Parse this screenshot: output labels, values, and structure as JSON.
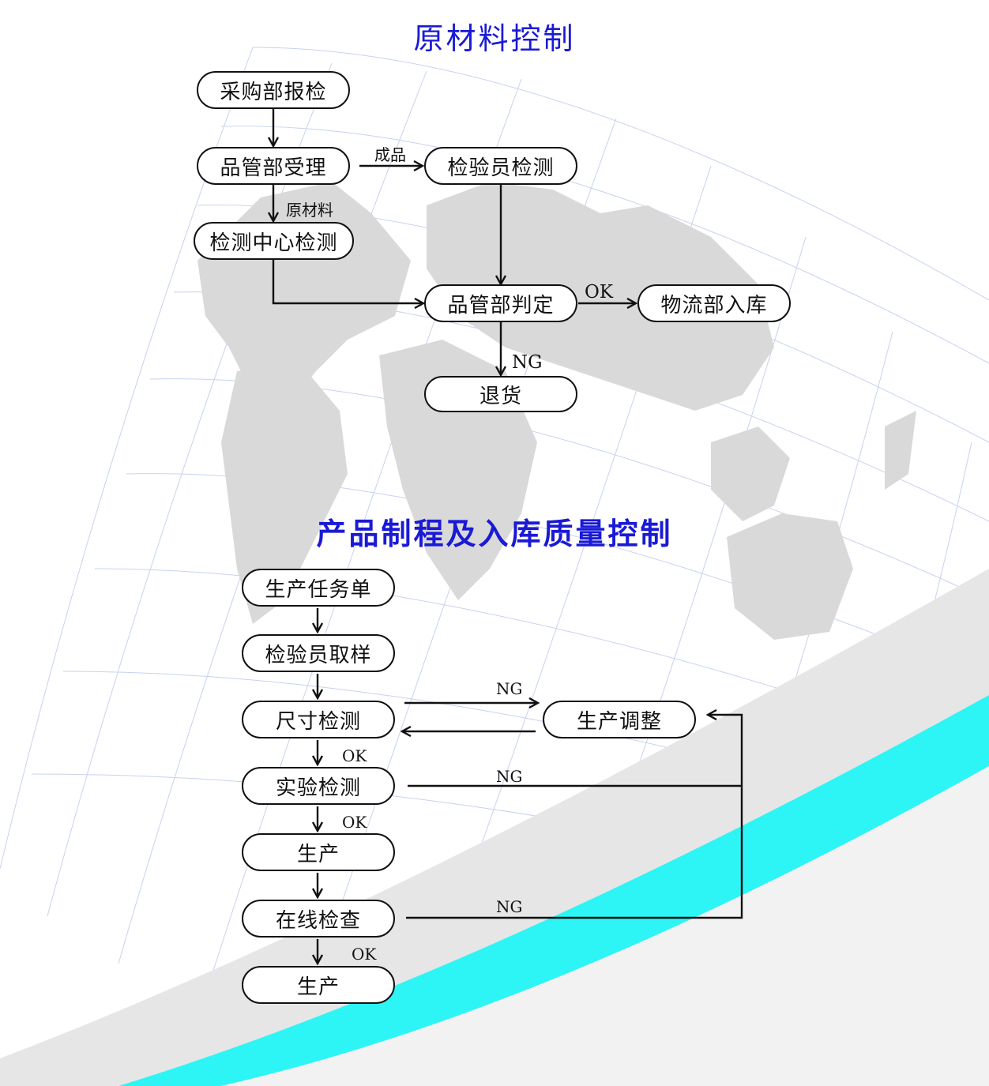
{
  "titles": {
    "raw": "原材料控制",
    "product": "产品制程及入库质量控制"
  },
  "raw_flow": {
    "purchase": "采购部报检",
    "qc_accept": "品管部受理",
    "inspector": "检验员检测",
    "test_center": "检测中心检测",
    "qc_judge": "品管部判定",
    "logistics": "物流部入库",
    "return": "退货",
    "label_finished": "成品",
    "label_raw": "原材料",
    "label_ok": "OK",
    "label_ng": "NG"
  },
  "product_flow": {
    "task": "生产任务单",
    "sampling": "检验员取样",
    "size_check": "尺寸检测",
    "adjust": "生产调整",
    "lab_check": "实验检测",
    "produce1": "生产",
    "online_check": "在线检查",
    "produce2": "生产",
    "label_ng1": "NG",
    "label_ng2": "NG",
    "label_ng3": "NG",
    "label_ok1": "OK",
    "label_ok2": "OK",
    "label_ok3": "OK"
  },
  "colors": {
    "title": "#1a1ad6",
    "cyan_swoosh": "#2ef5f5",
    "gray_swoosh": "#e6e6e6",
    "land": "#d9d9d9",
    "grid": "#c7d2ef"
  }
}
